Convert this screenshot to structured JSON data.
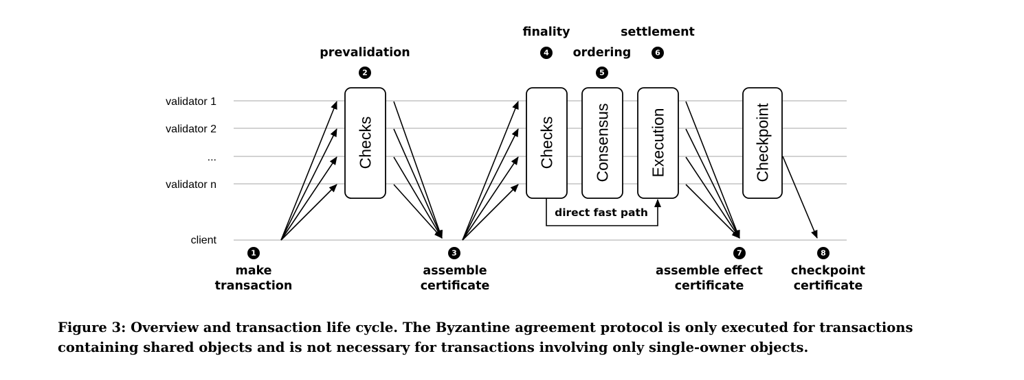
{
  "lanes": {
    "validator1": "validator 1",
    "validator2": "validator 2",
    "ellipsis": "...",
    "validatorn": "validator n",
    "client": "client"
  },
  "boxes": {
    "checks_pre": "Checks",
    "checks_final": "Checks",
    "consensus": "Consensus",
    "execution": "Execution",
    "checkpoint": "Checkpoint"
  },
  "steps": [
    {
      "num": "1",
      "line1": "make",
      "line2": "transaction"
    },
    {
      "num": "2",
      "line1": "prevalidation"
    },
    {
      "num": "3",
      "line1": "assemble",
      "line2": "certificate"
    },
    {
      "num": "4",
      "line1": "finality"
    },
    {
      "num": "5",
      "line1": "ordering"
    },
    {
      "num": "6",
      "line1": "settlement"
    },
    {
      "num": "7",
      "line1": "assemble effect",
      "line2": "certificate"
    },
    {
      "num": "8",
      "line1": "checkpoint",
      "line2": "certificate"
    }
  ],
  "fast_path_label": "direct fast path",
  "caption": "Figure 3: Overview and transaction life cycle. The Byzantine agreement protocol is only executed for transactions containing shared objects and is not necessary for transactions involving only single-owner objects."
}
